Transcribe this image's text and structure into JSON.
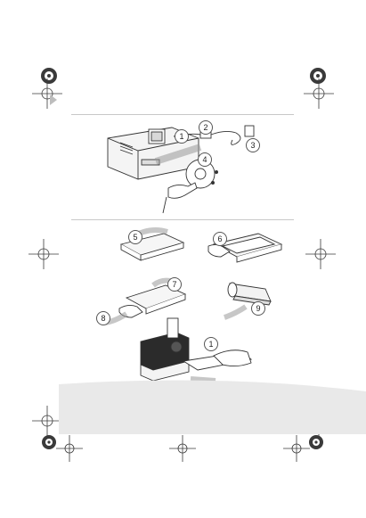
{
  "steps": {
    "s1": "1",
    "s2": "2",
    "s3": "3",
    "s4": "4",
    "s5": "5",
    "s6": "6",
    "s7": "7",
    "s8": "8",
    "s9": "9"
  },
  "colors": {
    "rule": "#c8c8c8",
    "band": "#e9e9e9",
    "ink": "#333333",
    "crop_dark": "#3a3a3a",
    "crop_light": "#9a9a9a"
  }
}
